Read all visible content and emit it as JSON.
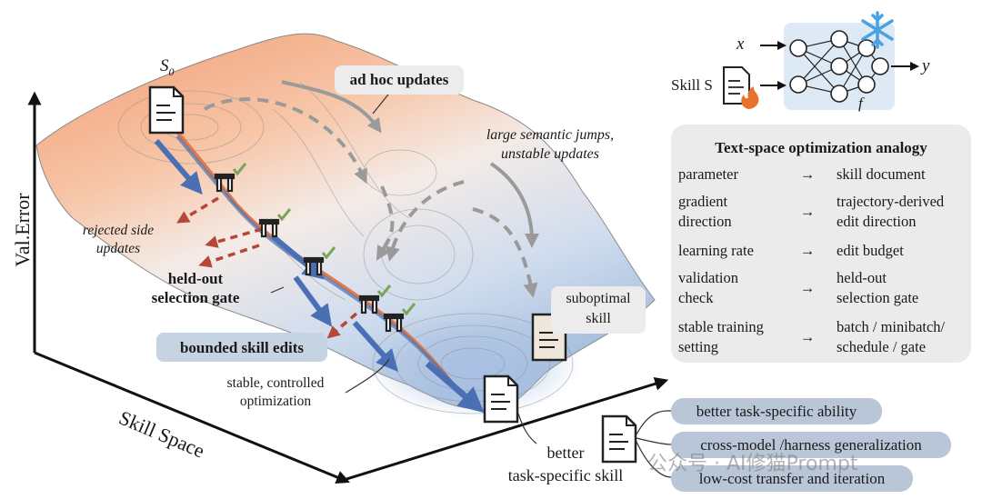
{
  "axes": {
    "y_label": "Val.Error",
    "x_label": "Skill Space"
  },
  "landscape": {
    "start_label": "S",
    "start_subscript": "0",
    "ad_hoc_label": "ad hoc updates",
    "jumps_label_line1": "large semantic jumps,",
    "jumps_label_line2": "unstable updates",
    "rejected_line1": "rejected side",
    "rejected_line2": "updates",
    "gate_line1": "held-out",
    "gate_line2": "selection gate",
    "bounded_label": "bounded skill edits",
    "stable_line1": "stable, controlled",
    "stable_line2": "optimization",
    "suboptimal_line1": "suboptimal",
    "suboptimal_line2": "skill",
    "better_line1": "better",
    "better_line2": "task-specific skill"
  },
  "network": {
    "x_label": "x",
    "skill_label": "Skill S",
    "y_label": "y",
    "f_label": "f"
  },
  "analogy": {
    "title": "Text-space optimization analogy",
    "arrow": "→",
    "rows": [
      {
        "left": "parameter",
        "right": "skill document"
      },
      {
        "left": "gradient\ndirection",
        "right": "trajectory-derived\nedit direction"
      },
      {
        "left": "learning rate",
        "right": "edit budget"
      },
      {
        "left": "validation\ncheck",
        "right": "held-out\nselection gate"
      },
      {
        "left": "stable training\nsetting",
        "right": "batch / minibatch/\nschedule / gate"
      }
    ]
  },
  "benefits": [
    "better task-specific ability",
    "cross-model /harness generalization",
    "low-cost transfer and iteration"
  ],
  "watermark": "公众号 · AI修猫Prompt",
  "colors": {
    "surface_top": "#f2a782",
    "surface_bottom": "#c4d6ec",
    "main_arrow": "#4a6fb4",
    "rejected_arrow": "#b5473a",
    "dashed_arrow": "#9a9a9a",
    "check": "#7aa457",
    "pill": "#b8c6d8",
    "network_bg": "#dde9f5",
    "snowflake": "#4aa3e0",
    "flame": "#e8712c"
  }
}
